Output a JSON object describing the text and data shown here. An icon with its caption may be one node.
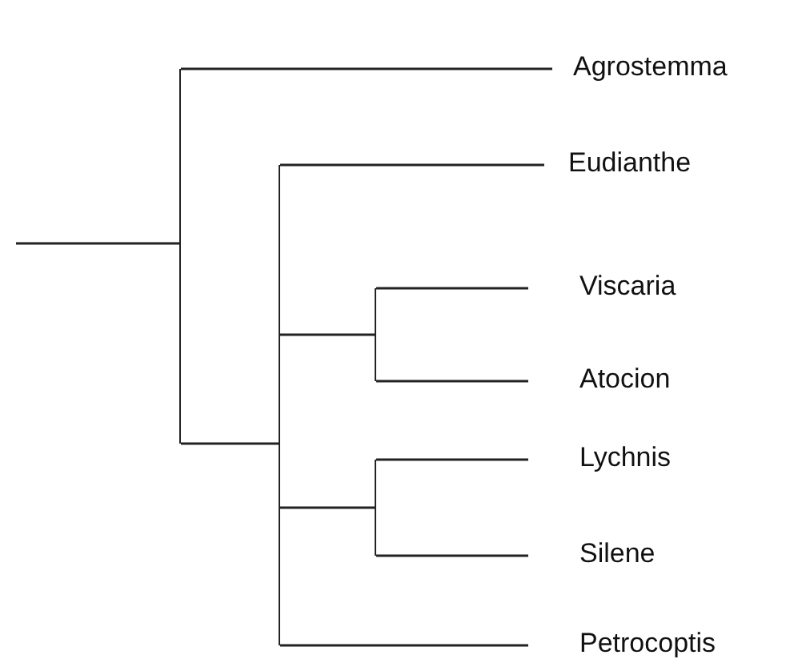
{
  "diagram": {
    "nodes": [
      {
        "text": [],
        "shape": "bar"
      },
      {
        "text": [
          "Agrostemma"
        ]
      },
      {
        "text": [],
        "shape": "bar"
      },
      {
        "text": [
          "Eudianthe"
        ]
      },
      {
        "text": [],
        "shape": "bar"
      },
      {
        "text": [
          "Viscaria"
        ]
      },
      {
        "text": [
          "Atocion"
        ]
      },
      {
        "text": [],
        "shape": "bar"
      },
      {
        "text": [
          "Lychnis"
        ]
      },
      {
        "text": [
          "Silene"
        ]
      },
      {
        "text": [
          "Petrocoptis"
        ]
      }
    ],
    "edges": [
      {
        "from": null,
        "to": 0,
        "arrow": "none"
      },
      {
        "from": 0,
        "to": 1,
        "arrow": "none"
      },
      {
        "from": 0,
        "to": 2,
        "arrow": "none"
      },
      {
        "from": 2,
        "to": 3,
        "arrow": "none"
      },
      {
        "from": 2,
        "to": 4,
        "arrow": "none"
      },
      {
        "from": 4,
        "to": 5,
        "arrow": "none"
      },
      {
        "from": 4,
        "to": 6,
        "arrow": "none"
      },
      {
        "from": 2,
        "to": 7,
        "arrow": "none"
      },
      {
        "from": 7,
        "to": 8,
        "arrow": "none"
      },
      {
        "from": 7,
        "to": 9,
        "arrow": "none"
      },
      {
        "from": 2,
        "to": 10,
        "arrow": "none"
      }
    ]
  }
}
